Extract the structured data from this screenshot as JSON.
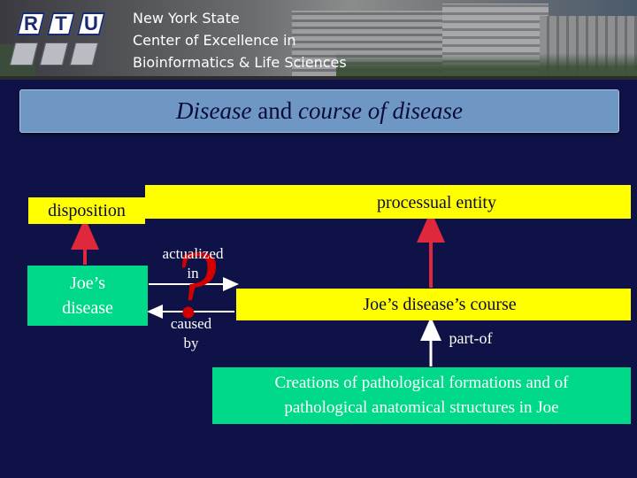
{
  "header": {
    "logo_letters": [
      "R",
      "T",
      "U"
    ],
    "institution_lines": [
      "New York State",
      "Center of Excellence in",
      "Bioinformatics & Life Sciences"
    ]
  },
  "title": {
    "part1": "Disease",
    "part2": " and ",
    "part3": "course of disease"
  },
  "diagram": {
    "disposition": "disposition",
    "processual_entity": "processual entity",
    "joes_disease_line1": "Joe’s",
    "joes_disease_line2": "disease",
    "actualized_line1": "actualized",
    "actualized_line2": "in",
    "question_mark": "?",
    "caused_line1": "caused",
    "caused_line2": "by",
    "course": "Joe’s disease’s course",
    "part_of": "part-of",
    "creations_line1": "Creations of pathological formations and of",
    "creations_line2": "pathological anatomical structures in Joe"
  },
  "colors": {
    "background": "#0f1246",
    "title_bar": "#6f97c4",
    "yellow_box": "#ffff00",
    "green_box": "#00d98a",
    "arrow": "#e0283c",
    "question_mark": "#d20000"
  }
}
